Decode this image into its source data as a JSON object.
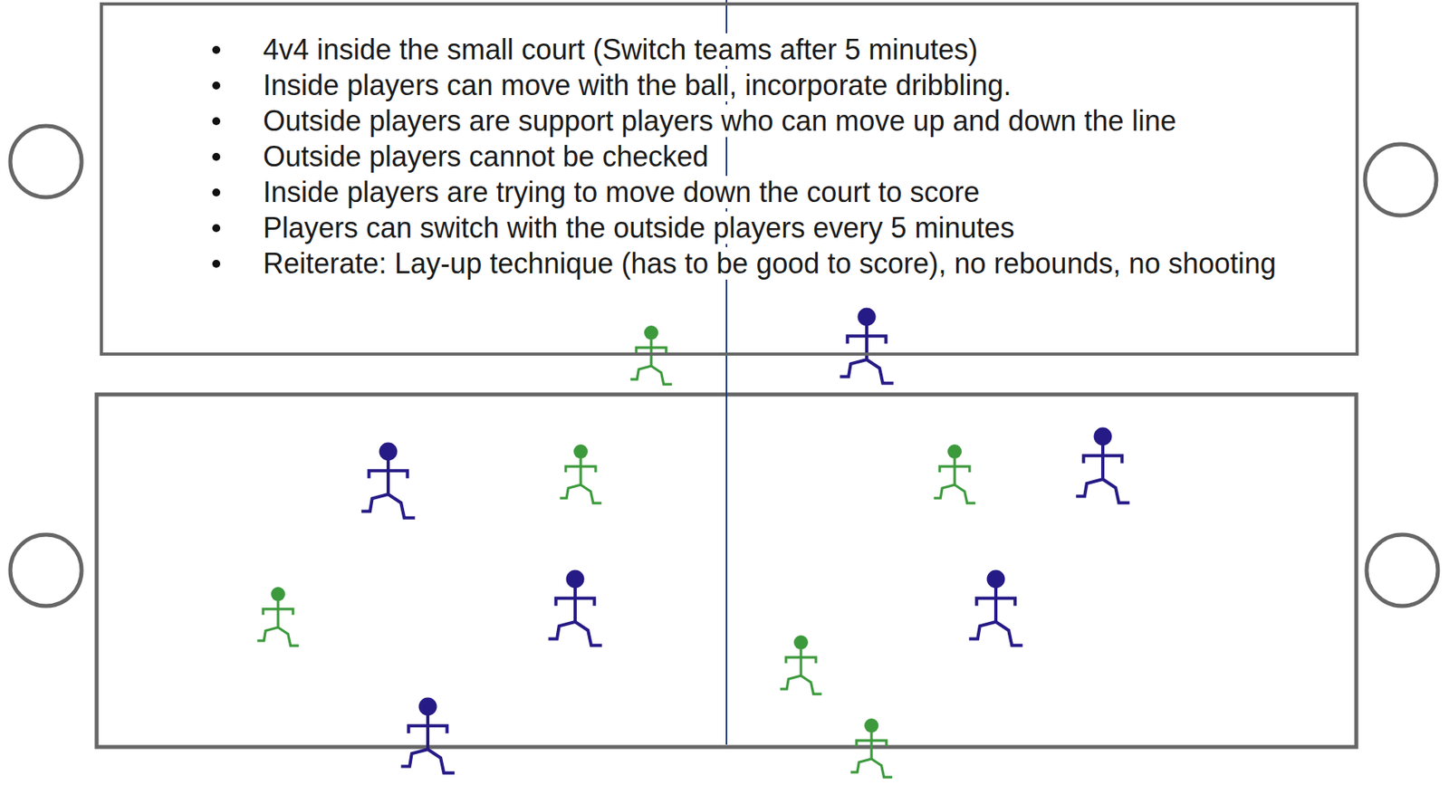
{
  "diagram": {
    "nodes": [
      {
        "text": [
          "4v4 inside the small court (Switch teams after 5 minutes)",
          "Inside players can move with the ball, incorporate dribbling.",
          "Outside players are support players who can move up and down the line",
          "Outside players cannot be checked",
          "Inside players are trying to move down the court to score",
          "Players can switch with the outside players every 5 minutes",
          "Reiterate: Lay-up technique (has to be good to score), no rebounds, no shooting"
        ]
      }
    ]
  }
}
